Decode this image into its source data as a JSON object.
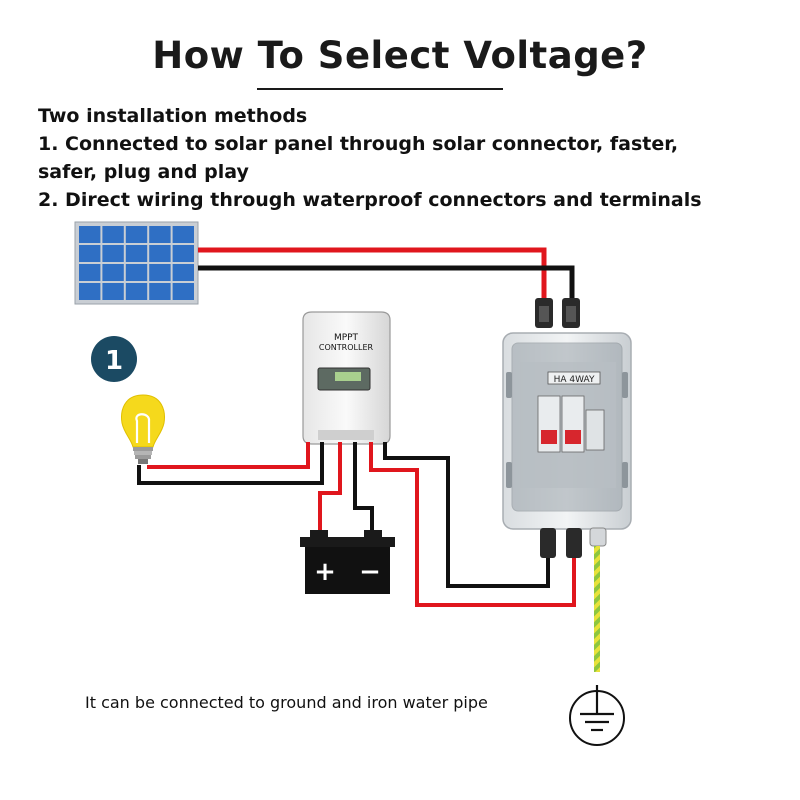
{
  "header": {
    "title": "How To Select Voltage?"
  },
  "description": {
    "intro": "Two installation methods",
    "method_1_line_1": "1. Connected to solar panel through solar connector, faster,",
    "method_1_line_2": "safer, plug and play",
    "method_2": "2. Direct wiring through waterproof connectors and terminals"
  },
  "diagram": {
    "step_badge": "1",
    "controller_label_line_1": "MPPT",
    "controller_label_line_2": "CONTROLLER",
    "combiner_label": "HA 4WAY",
    "battery_plus": "+",
    "battery_minus": "−"
  },
  "footnote": "It can be connected to ground and iron water pipe",
  "colors": {
    "positive_wire": "#e0161d",
    "negative_wire": "#111111",
    "ground_wire": "#8dc63f",
    "badge": "#1b4a63",
    "bulb": "#f5d91c",
    "panel_cell": "#2f6fc4"
  }
}
